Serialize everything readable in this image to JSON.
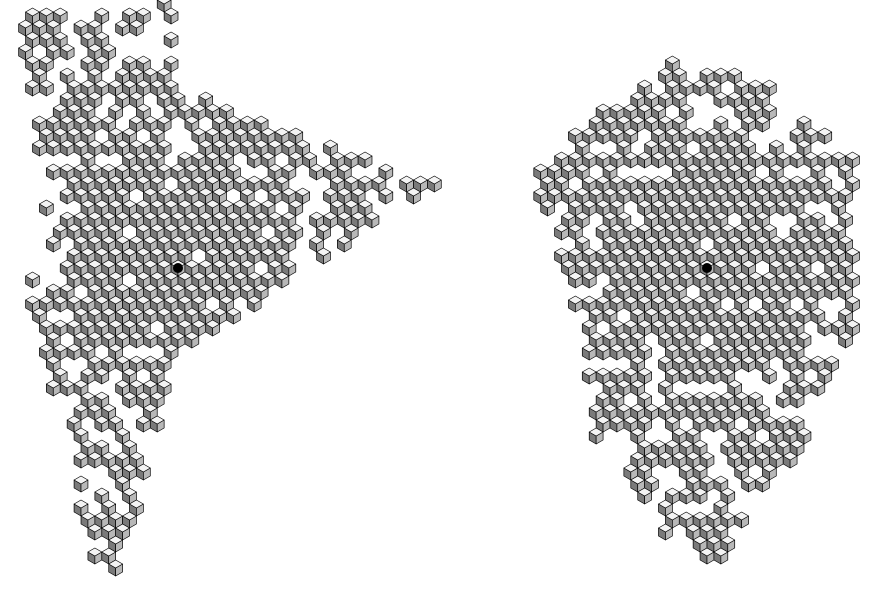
{
  "figure": {
    "panels": [
      {
        "id": "left",
        "description_shape": "triangular",
        "seed_marked": true,
        "outline_points": [
          [
            -158,
            -255
          ],
          [
            -5,
            -265
          ],
          [
            -5,
            -180
          ],
          [
            260,
            -85
          ],
          [
            -5,
            90
          ],
          [
            -35,
            240
          ],
          [
            -75,
            335
          ],
          [
            -150,
            20
          ],
          [
            -130,
            -40
          ]
        ]
      },
      {
        "id": "right",
        "description_shape": "rounded",
        "seed_marked": true,
        "outline_points": [
          [
            -25,
            -210
          ],
          [
            60,
            -185
          ],
          [
            150,
            -110
          ],
          [
            150,
            50
          ],
          [
            95,
            175
          ],
          [
            10,
            300
          ],
          [
            -40,
            270
          ],
          [
            -110,
            175
          ],
          [
            -135,
            30
          ],
          [
            -175,
            -90
          ],
          [
            -100,
            -175
          ]
        ]
      }
    ],
    "colors": {
      "top_face": "#f4f4f4",
      "left_face": "#7a7a7a",
      "right_face": "#b8b8b8",
      "edge": "#000000",
      "seed": "#000000"
    }
  }
}
